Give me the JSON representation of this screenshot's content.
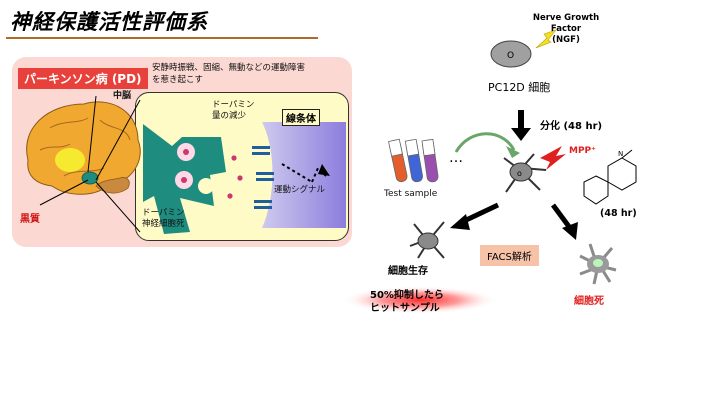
{
  "slide": {
    "title": "神経保護活性評価系"
  },
  "pd_panel": {
    "label": "パーキンソン病 (PD)",
    "description_line1": "安静時振戦、固縮、無動などの運動障害",
    "description_line2": "を惹き起こす",
    "midbrain": "中脳",
    "substantia_nigra": "黒質",
    "dopamine_decrease_line1": "ドーパミン",
    "dopamine_decrease_line2": "量の減少",
    "striatum": "線条体",
    "motor_signal": "運動シグナル",
    "neuron_death_line1": "ドーパミン",
    "neuron_death_line2": "神経細胞死"
  },
  "assay": {
    "ngf_line1": "Nerve Growth Factor",
    "ngf_line2": "(NGF)",
    "cell_line": "PC12D 細胞",
    "differentiation": "分化 (48 hr)",
    "test_sample": "Test sample",
    "ellipsis": "…",
    "mpp": "MPP⁺",
    "mpp_time": "(48 hr)",
    "facs": "FACS解析",
    "cell_survival": "細胞生存",
    "cell_death": "細胞死",
    "hit_line1": "50%抑制したら",
    "hit_line2": "ヒットサンプル"
  },
  "colors": {
    "title_rule": "#b06a2a",
    "panel_bg": "#fbd9d2",
    "pd_label": "#e8413c",
    "synapse_bg": "#fffbc6",
    "neuron_teal": "#1f8c80",
    "accent_red": "#e02020",
    "facs_bg": "#f7c3a8"
  }
}
